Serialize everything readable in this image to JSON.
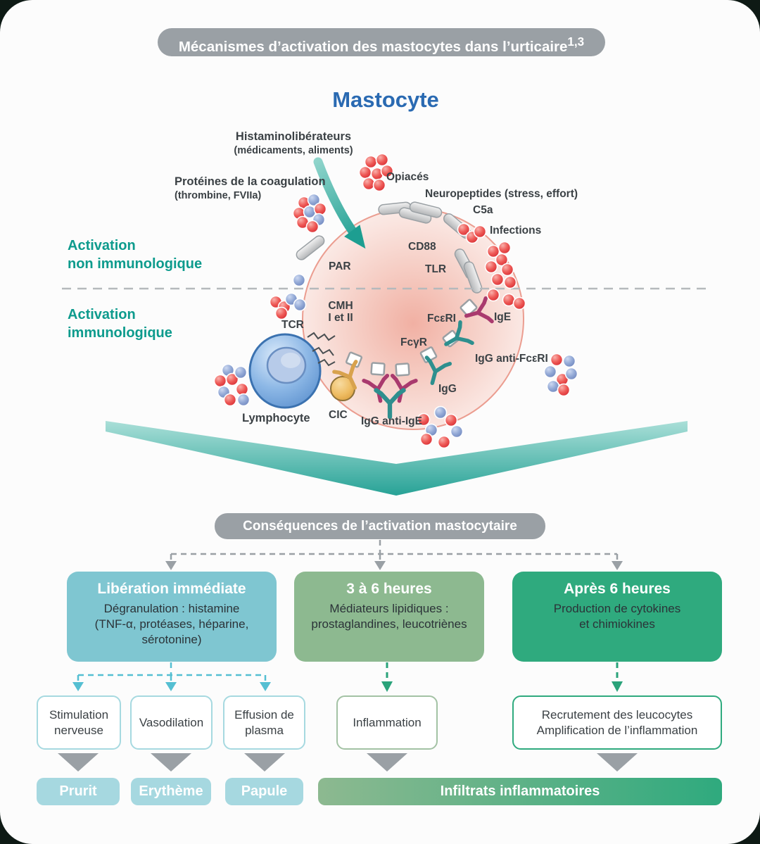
{
  "header": {
    "pill": "Mécanismes d’activation des mastocytes dans l’urticaire",
    "sup": "1,3"
  },
  "cell": {
    "title": "Mastocyte"
  },
  "activation": {
    "non_line1": "Activation",
    "non_line2": "non immunologique",
    "imm_line1": "Activation",
    "imm_line2": "immunologique"
  },
  "triggers": {
    "histamino": "Histaminolibérateurs",
    "histamino_sub": "(médicaments, aliments)",
    "coag": "Protéines de la coagulation",
    "coag_sub": "(thrombine, FVIIa)",
    "opiaces": "Opiacés",
    "neuropeptides": "Neuropeptides (stress, effort)",
    "c5a": "C5a",
    "infections": "Infections"
  },
  "receptors": {
    "cd88": "CD88",
    "tlr": "TLR",
    "par": "PAR",
    "tcr": "TCR",
    "cmh_line1": "CMH",
    "cmh_line2": "I et II",
    "fceri": "FcεRI",
    "fcgr": "FcγR"
  },
  "ligands": {
    "ige": "IgE",
    "igg": "IgG",
    "igg_anti_fceri": "IgG anti-FcεRI",
    "igg_anti_ige": "IgG anti-IgE",
    "cic": "CIC",
    "lymphocyte": "Lymphocyte"
  },
  "consequences": {
    "pill": "Conséquences de l’activation mastocytaire",
    "boxes": [
      {
        "title": "Libération immédiate",
        "lines": [
          "Dégranulation : histamine",
          "(TNF-α, protéases, héparine,",
          "sérotonine)"
        ]
      },
      {
        "title": "3 à 6 heures",
        "lines": [
          "Médiateurs lipidiques :",
          "prostaglandines, leucotriènes",
          ""
        ]
      },
      {
        "title": "Après 6 heures",
        "lines": [
          "Production de cytokines",
          "et chimiokines",
          ""
        ]
      }
    ],
    "outcomes": {
      "stimulation": "Stimulation nerveuse",
      "vasodilation": "Vasodilation",
      "effusion": "Effusion de plasma",
      "inflammation": "Inflammation",
      "recrutement_line1": "Recrutement des leucocytes",
      "recrutement_line2": "Amplification de l’inflammation"
    },
    "final": {
      "prurit": "Prurit",
      "erytheme": "Erythème",
      "papule": "Papule",
      "infiltrats": "Infiltrats inflammatoires"
    }
  },
  "colors": {
    "teal_accent": "#0d9b8d",
    "title_blue": "#2a6ab2",
    "gray_pill": "#9aa0a5",
    "box_blue": "#7fc6d1",
    "box_sage": "#8db990",
    "box_green": "#2faa7e",
    "pill_lightblue": "#a6d8e0",
    "dot_red": "#e84a4e",
    "dot_blue": "#8fa6d4",
    "antibody_magenta": "#a93a6e",
    "antibody_teal": "#2e8f8e",
    "antibody_yellow": "#d8a24d"
  }
}
